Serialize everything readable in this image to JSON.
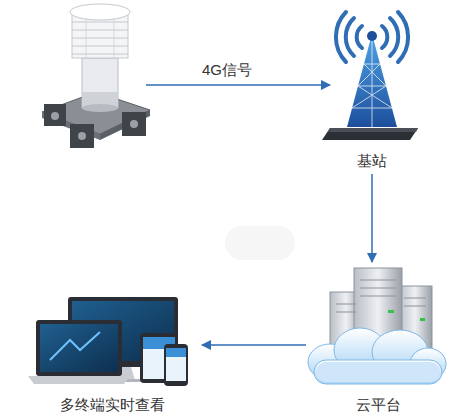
{
  "diagram": {
    "nodes": [
      {
        "text": [
          "基站"
        ]
      },
      {
        "text": [
          "云平台"
        ]
      },
      {
        "text": [
          "多终端实时查看"
        ]
      }
    ],
    "edges": [
      {
        "from": 0,
        "to": 1,
        "arrow": "to"
      },
      {
        "from": 1,
        "to": 2,
        "arrow": "to"
      }
    ],
    "labels": [
      "4G信号"
    ]
  }
}
